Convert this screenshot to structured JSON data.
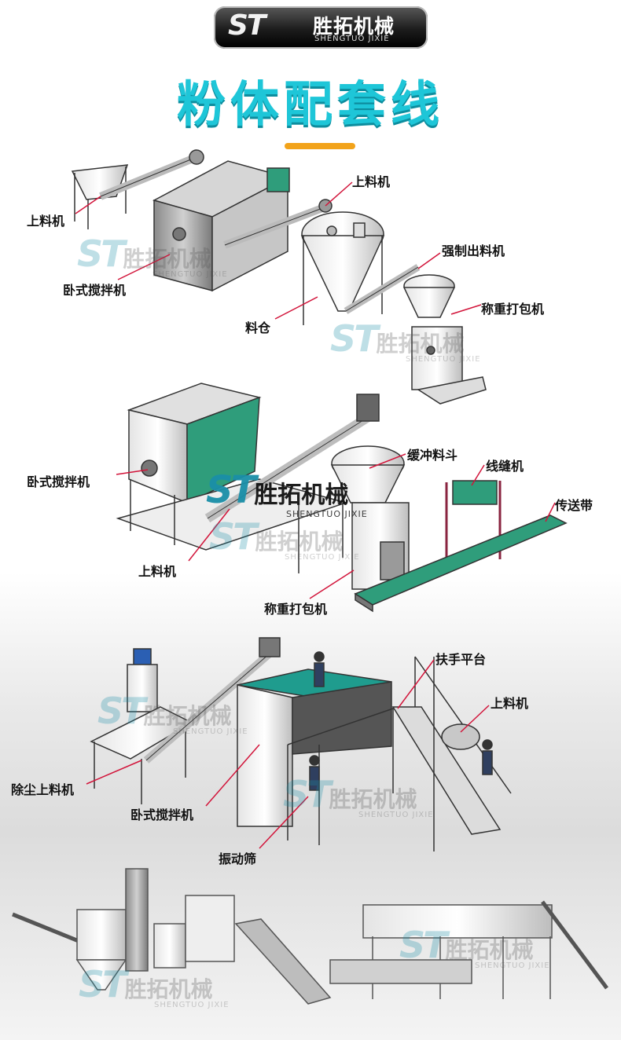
{
  "logo": {
    "mark": "ST",
    "cn": "胜拓机械",
    "en": "SHENGTUO JIXIE"
  },
  "title": "粉体配套线",
  "colors": {
    "title": "#1ec6d8",
    "accent": "#f2a31a",
    "leader": "#d2143a",
    "machine_green": "#2f9d7b"
  },
  "diagram1": {
    "labels": [
      "上料机",
      "卧式搅拌机",
      "上料机",
      "料仓",
      "强制出料机",
      "称重打包机"
    ]
  },
  "diagram2": {
    "labels": [
      "卧式搅拌机",
      "缓冲料斗",
      "线缝机",
      "传送带",
      "上料机",
      "称重打包机"
    ]
  },
  "diagram3": {
    "labels": [
      "扶手平台",
      "上料机",
      "除尘上料机",
      "卧式搅拌机",
      "振动筛"
    ]
  },
  "watermark": {
    "mark": "ST",
    "cn": "胜拓机械",
    "en": "SHENGTUO JIXIE"
  }
}
